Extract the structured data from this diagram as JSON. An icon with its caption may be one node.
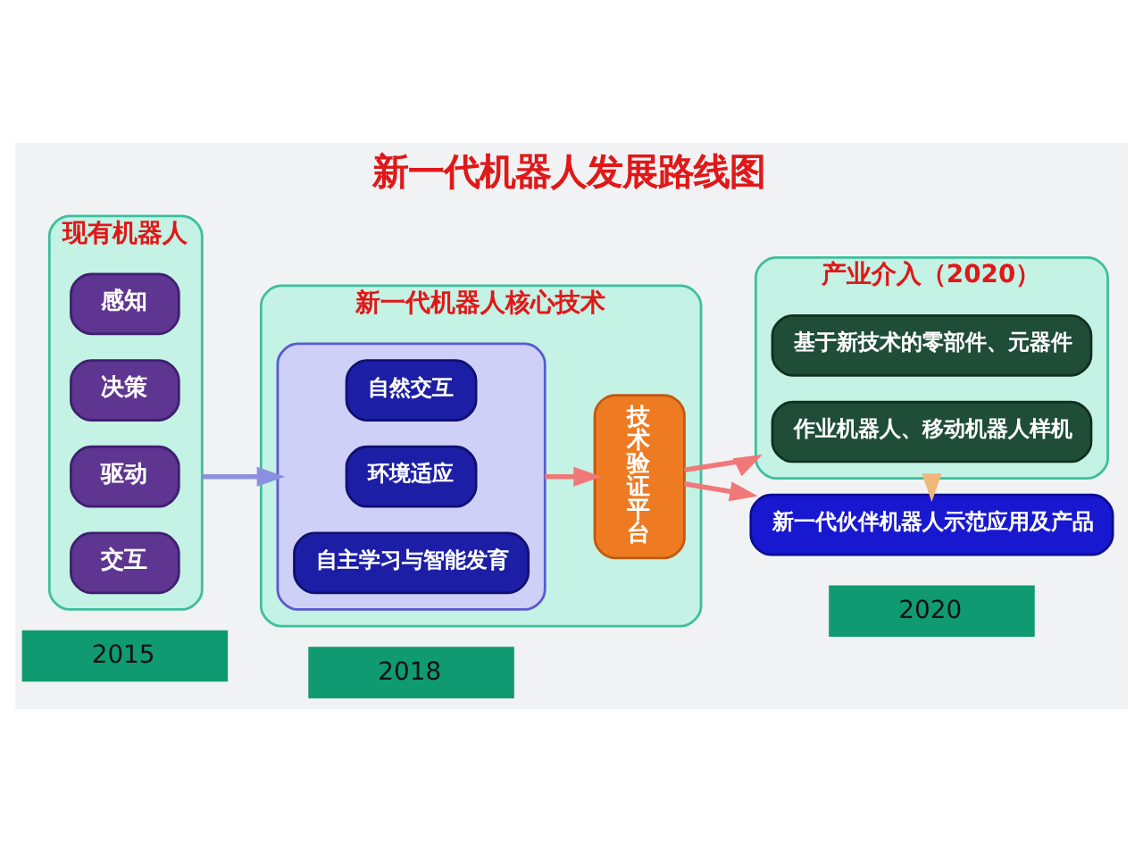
{
  "diagram": {
    "title": "新一代机器人发展路线图",
    "nodes": [
      {
        "text": [
          "现有机器人"
        ]
      },
      {
        "text": [
          "感知"
        ],
        "in": 0
      },
      {
        "text": [
          "决策"
        ],
        "in": 0
      },
      {
        "text": [
          "驱动"
        ],
        "in": 0
      },
      {
        "text": [
          "交互"
        ],
        "in": 0
      },
      {
        "text": [
          "新一代机器人核心技术"
        ]
      },
      {
        "text": [],
        "shape": "box",
        "in": 5
      },
      {
        "text": [
          "自然交互"
        ],
        "in": 6
      },
      {
        "text": [
          "环境适应"
        ],
        "in": 6
      },
      {
        "text": [
          "自主学习与智能发育"
        ],
        "in": 6
      },
      {
        "text": [
          "技术验证平台"
        ],
        "in": 5
      },
      {
        "text": [
          "产业介入（2020）"
        ]
      },
      {
        "text": [
          "基于新技术的零部件、元器件"
        ],
        "in": 11
      },
      {
        "text": [
          "作业机器人、移动机器人样机"
        ],
        "in": 11
      },
      {
        "text": [
          "新一代伙伴机器人示范应用及产品"
        ]
      }
    ],
    "edges": [
      {
        "from": 0,
        "to": 6,
        "arrow": "to",
        "color": "#8a8fe0"
      },
      {
        "from": 6,
        "to": 10,
        "arrow": "to"
      },
      {
        "from": 10,
        "to": 11,
        "arrow": "to"
      },
      {
        "from": 10,
        "to": 14,
        "arrow": "to"
      },
      {
        "from": 11,
        "to": 14,
        "arrow": "to",
        "color": "#f0b878"
      }
    ],
    "labels": [
      "2015",
      "2018",
      "2020"
    ]
  }
}
